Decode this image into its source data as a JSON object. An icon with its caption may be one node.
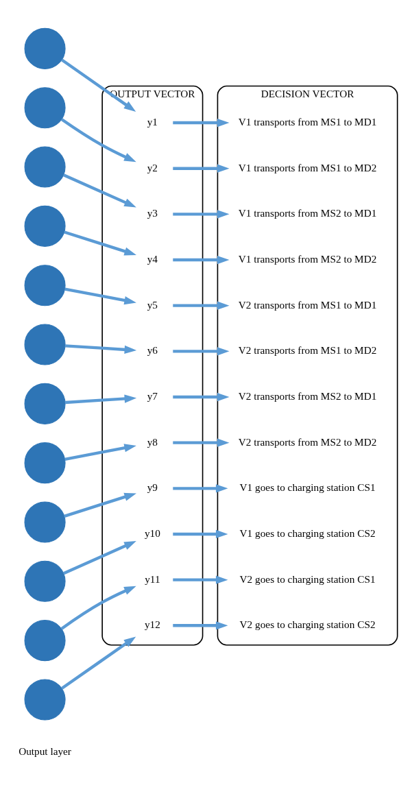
{
  "diagram": {
    "nodes": [
      {
        "text": [],
        "shape": "circle"
      },
      {
        "text": [],
        "shape": "circle"
      },
      {
        "text": [],
        "shape": "circle"
      },
      {
        "text": [],
        "shape": "circle"
      },
      {
        "text": [],
        "shape": "circle"
      },
      {
        "text": [],
        "shape": "circle"
      },
      {
        "text": [],
        "shape": "circle"
      },
      {
        "text": [],
        "shape": "circle"
      },
      {
        "text": [],
        "shape": "circle"
      },
      {
        "text": [],
        "shape": "circle"
      },
      {
        "text": [],
        "shape": "circle"
      },
      {
        "text": [],
        "shape": "circle"
      },
      {
        "text": [
          "OUTPUT VECTOR"
        ]
      },
      {
        "text": [
          "y1"
        ],
        "in": 12
      },
      {
        "text": [
          "y2"
        ],
        "in": 12
      },
      {
        "text": [
          "y3"
        ],
        "in": 12
      },
      {
        "text": [
          "y4"
        ],
        "in": 12
      },
      {
        "text": [
          "y5"
        ],
        "in": 12
      },
      {
        "text": [
          "y6"
        ],
        "in": 12
      },
      {
        "text": [
          "y7"
        ],
        "in": 12
      },
      {
        "text": [
          "y8"
        ],
        "in": 12
      },
      {
        "text": [
          "y9"
        ],
        "in": 12
      },
      {
        "text": [
          "y10"
        ],
        "in": 12
      },
      {
        "text": [
          "y11"
        ],
        "in": 12
      },
      {
        "text": [
          "y12"
        ],
        "in": 12
      },
      {
        "text": [
          "DECISION VECTOR"
        ]
      },
      {
        "text": [
          "V1 transports from MS1 to MD1"
        ],
        "in": 25
      },
      {
        "text": [
          "V1 transports from MS1 to MD2"
        ],
        "in": 25
      },
      {
        "text": [
          "V1 transports from MS2 to MD1"
        ],
        "in": 25
      },
      {
        "text": [
          "V1 transports from MS2 to MD2"
        ],
        "in": 25
      },
      {
        "text": [
          "V2 transports from MS1 to MD1"
        ],
        "in": 25
      },
      {
        "text": [
          "V2 transports from MS1 to MD2"
        ],
        "in": 25
      },
      {
        "text": [
          "V2 transports from MS2 to MD1"
        ],
        "in": 25
      },
      {
        "text": [
          "V2 transports from MS2 to MD2"
        ],
        "in": 25
      },
      {
        "text": [
          "V1 goes to charging station CS1"
        ],
        "in": 25
      },
      {
        "text": [
          "V1 goes to charging station CS2"
        ],
        "in": 25
      },
      {
        "text": [
          "V2 goes to charging station CS1"
        ],
        "in": 25
      },
      {
        "text": [
          "V2 goes to charging station CS2"
        ],
        "in": 25
      }
    ],
    "edges": [
      {
        "from": 0,
        "to": 13,
        "arrow": "to"
      },
      {
        "from": 13,
        "to": 26,
        "arrow": "to"
      },
      {
        "from": 1,
        "to": 14,
        "arrow": "to"
      },
      {
        "from": 14,
        "to": 27,
        "arrow": "to"
      },
      {
        "from": 2,
        "to": 15,
        "arrow": "to"
      },
      {
        "from": 15,
        "to": 28,
        "arrow": "to"
      },
      {
        "from": 3,
        "to": 16,
        "arrow": "to"
      },
      {
        "from": 16,
        "to": 29,
        "arrow": "to"
      },
      {
        "from": 4,
        "to": 17,
        "arrow": "to"
      },
      {
        "from": 17,
        "to": 30,
        "arrow": "to"
      },
      {
        "from": 5,
        "to": 18,
        "arrow": "to"
      },
      {
        "from": 18,
        "to": 31,
        "arrow": "to"
      },
      {
        "from": 6,
        "to": 19,
        "arrow": "to"
      },
      {
        "from": 19,
        "to": 32,
        "arrow": "to"
      },
      {
        "from": 7,
        "to": 20,
        "arrow": "to"
      },
      {
        "from": 20,
        "to": 33,
        "arrow": "to"
      },
      {
        "from": 8,
        "to": 21,
        "arrow": "to"
      },
      {
        "from": 21,
        "to": 34,
        "arrow": "to"
      },
      {
        "from": 9,
        "to": 22,
        "arrow": "to"
      },
      {
        "from": 22,
        "to": 35,
        "arrow": "to"
      },
      {
        "from": 10,
        "to": 23,
        "arrow": "to"
      },
      {
        "from": 23,
        "to": 36,
        "arrow": "to"
      },
      {
        "from": 11,
        "to": 24,
        "arrow": "to"
      },
      {
        "from": 24,
        "to": 37,
        "arrow": "to"
      }
    ],
    "labels": [
      "Output layer"
    ]
  }
}
